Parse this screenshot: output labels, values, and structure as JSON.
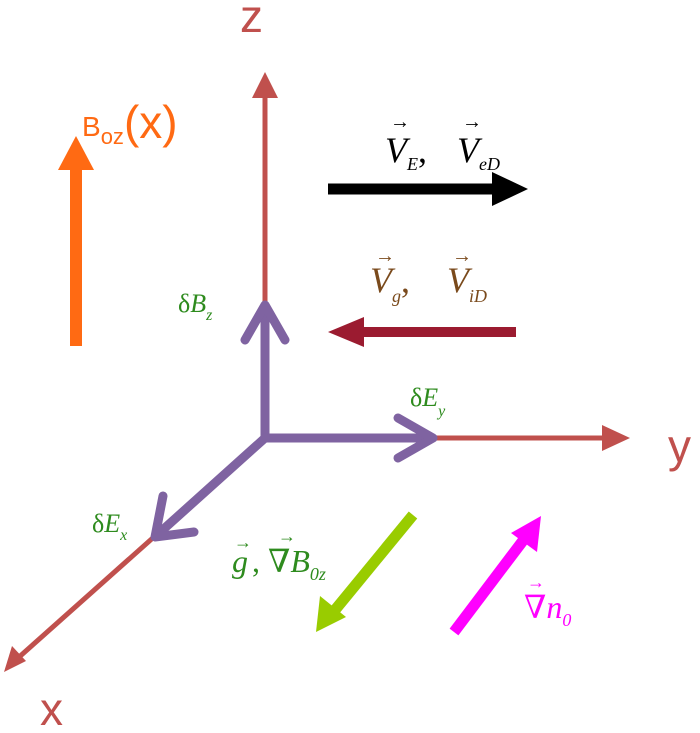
{
  "colors": {
    "axis": "#c0504d",
    "perturbation": "#7f63a1",
    "background_field": "#ff6a13",
    "drift_e": "#000000",
    "drift_i": "#9b1b30",
    "drift_i_label": "#7a4a1c",
    "gravity": "#99cc00",
    "density_gradient": "#ff00ff",
    "perturbation_label": "#2e8b1e",
    "density_label": "#ff00ff",
    "gravity_label": "#2e8b1e"
  },
  "axes": {
    "z_label": "z",
    "y_label": "y",
    "x_label": "x"
  },
  "background_field": {
    "symbol": "B",
    "subscript": "oz",
    "argument": "(x)"
  },
  "perturbations": {
    "bz": {
      "delta": "δ",
      "symbol": "B",
      "subscript": "z"
    },
    "ey": {
      "delta": "δ",
      "symbol": "E",
      "subscript": "y"
    },
    "ex": {
      "delta": "δ",
      "symbol": "E",
      "subscript": "x"
    }
  },
  "drifts": {
    "electron": {
      "v1": "V",
      "s1": "E",
      "sep": ",",
      "v2": "V",
      "s2": "eD",
      "vec": "→"
    },
    "ion": {
      "v1": "V",
      "s1": "g",
      "sep": ",",
      "v2": "V",
      "s2": "iD",
      "vec": "→"
    }
  },
  "gravity_label": {
    "g": "g",
    "sep": ",",
    "nabla": "∇",
    "symbol": "B",
    "subscript": "0z",
    "vec": "→"
  },
  "density_label": {
    "nabla": "∇",
    "symbol": "n",
    "subscript": "0",
    "vec": "→"
  }
}
